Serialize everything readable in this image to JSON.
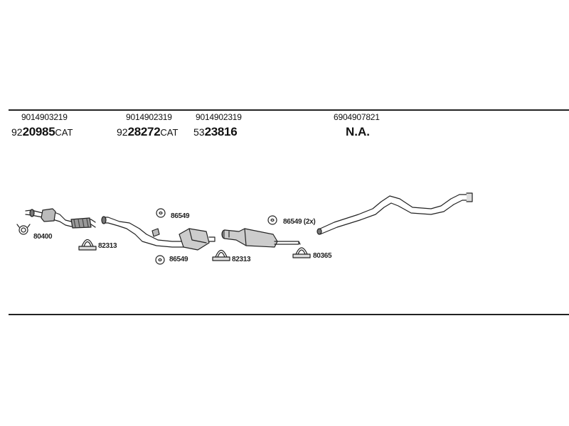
{
  "sections": [
    {
      "part_number": "9014903219",
      "prefix": "92",
      "code": "20985",
      "suffix": "CAT"
    },
    {
      "part_number": "9014902319",
      "prefix": "92",
      "code": "28272",
      "suffix": "CAT"
    },
    {
      "part_number": "9014902319",
      "prefix": "53",
      "code": "23816",
      "suffix": ""
    },
    {
      "part_number": "6904907821",
      "prefix": "",
      "code": "N.A.",
      "suffix": ""
    }
  ],
  "hardware": {
    "ring_1": "80400",
    "clamp_1": "82313",
    "gasket_top": "86549",
    "gasket_bottom": "86549",
    "clamp_2": "82313",
    "gasket_2x": "86549 (2x)",
    "clamp_3": "80365"
  }
}
